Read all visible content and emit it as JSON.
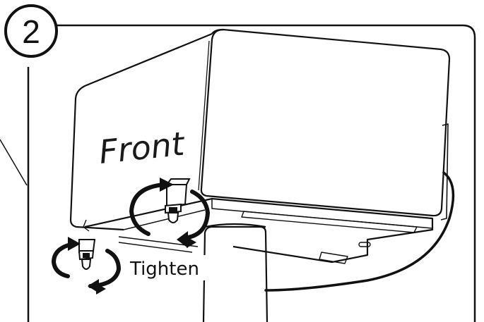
{
  "figure": {
    "step_number": "2",
    "front_label": "Front",
    "tighten_label": "Tighten",
    "line_color": "#111111",
    "background_color": "#ffffff",
    "icons": [
      "circled-number-icon",
      "rotate-arrows-icon",
      "rotate-arrows-icon"
    ]
  }
}
